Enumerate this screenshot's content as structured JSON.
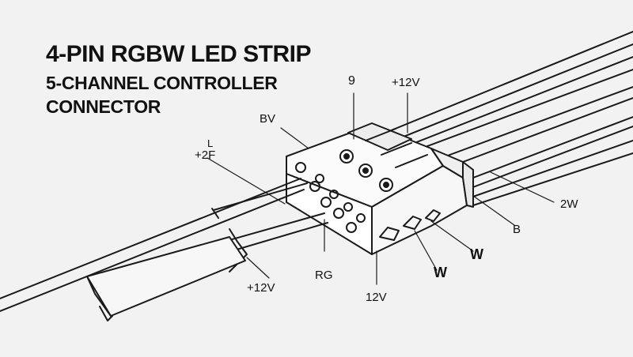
{
  "title": {
    "line1": "4-PIN RGBW LED STRIP",
    "line2": "5-CHANNEL CONTROLLER",
    "line3": "CONNECTOR"
  },
  "labels": {
    "pin_9": "9",
    "plus12v_top": "+12V",
    "bv": "BV",
    "l_mark": "L",
    "plus2f": "+2F",
    "w2": "2W",
    "b": "B",
    "w_right": "W",
    "w_lower": "W",
    "rg": "RG",
    "plus12v_bottom": "+12V",
    "v12_bottom": "12V"
  },
  "colors": {
    "background": "#f2f2f2",
    "ink": "#111111",
    "line": "#1a1a1a"
  }
}
